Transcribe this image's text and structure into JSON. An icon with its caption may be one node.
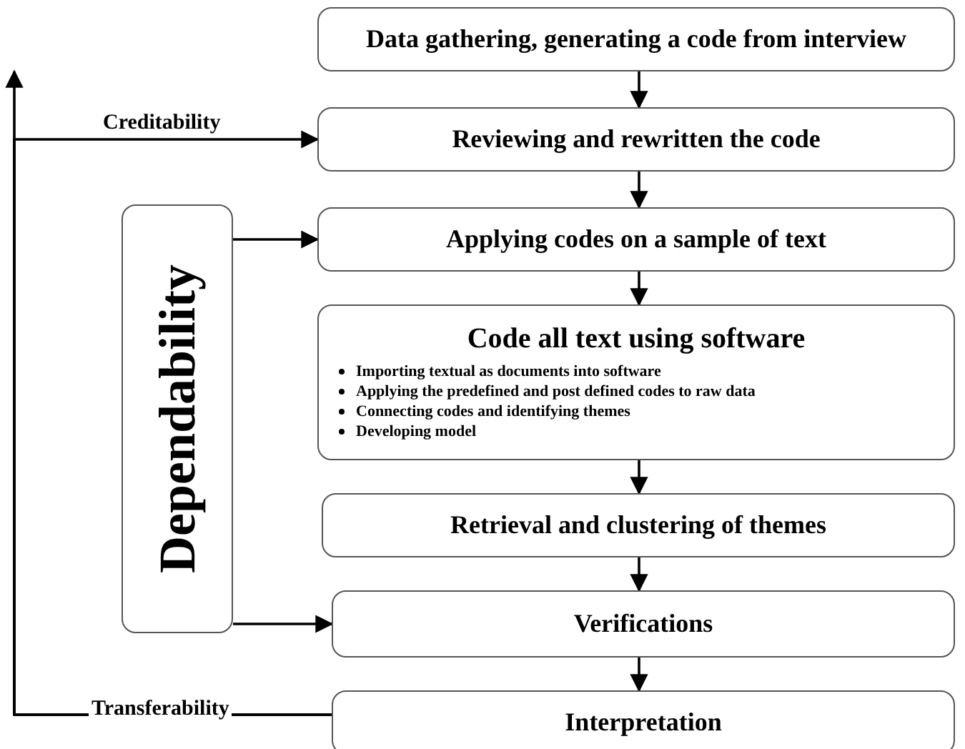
{
  "diagram": {
    "nodes": [
      {
        "text": [
          "Data gathering, generating a code from interview"
        ]
      },
      {
        "text": [
          "Reviewing and rewritten the code"
        ]
      },
      {
        "text": [
          "Applying codes on a sample of text"
        ]
      },
      {
        "text": [
          "Code all text using software",
          "Importing textual as documents into software",
          "Applying the predefined and post defined codes to raw data",
          "Connecting codes and identifying themes",
          "Developing model"
        ]
      },
      {
        "text": [
          "Retrieval and clustering of themes"
        ]
      },
      {
        "text": [
          "Verifications"
        ]
      },
      {
        "text": [
          "Interpretation"
        ]
      },
      {
        "text": [
          "Dependability"
        ]
      }
    ],
    "edges": [
      {
        "from": 0,
        "to": 1,
        "arrow": "to"
      },
      {
        "from": 1,
        "to": 2,
        "arrow": "to"
      },
      {
        "from": 2,
        "to": 3,
        "arrow": "to"
      },
      {
        "from": 3,
        "to": 4,
        "arrow": "to"
      },
      {
        "from": 4,
        "to": 5,
        "arrow": "to"
      },
      {
        "from": 5,
        "to": 6,
        "arrow": "to"
      },
      {
        "from": 7,
        "to": 2,
        "arrow": "to"
      },
      {
        "from": 7,
        "to": 5,
        "arrow": "to"
      },
      {
        "from": 6,
        "to": 1,
        "arrow": "to",
        "label": "Creditability"
      },
      {
        "from": 6,
        "to": null,
        "arrow": "to",
        "label": "Transferability"
      }
    ]
  }
}
